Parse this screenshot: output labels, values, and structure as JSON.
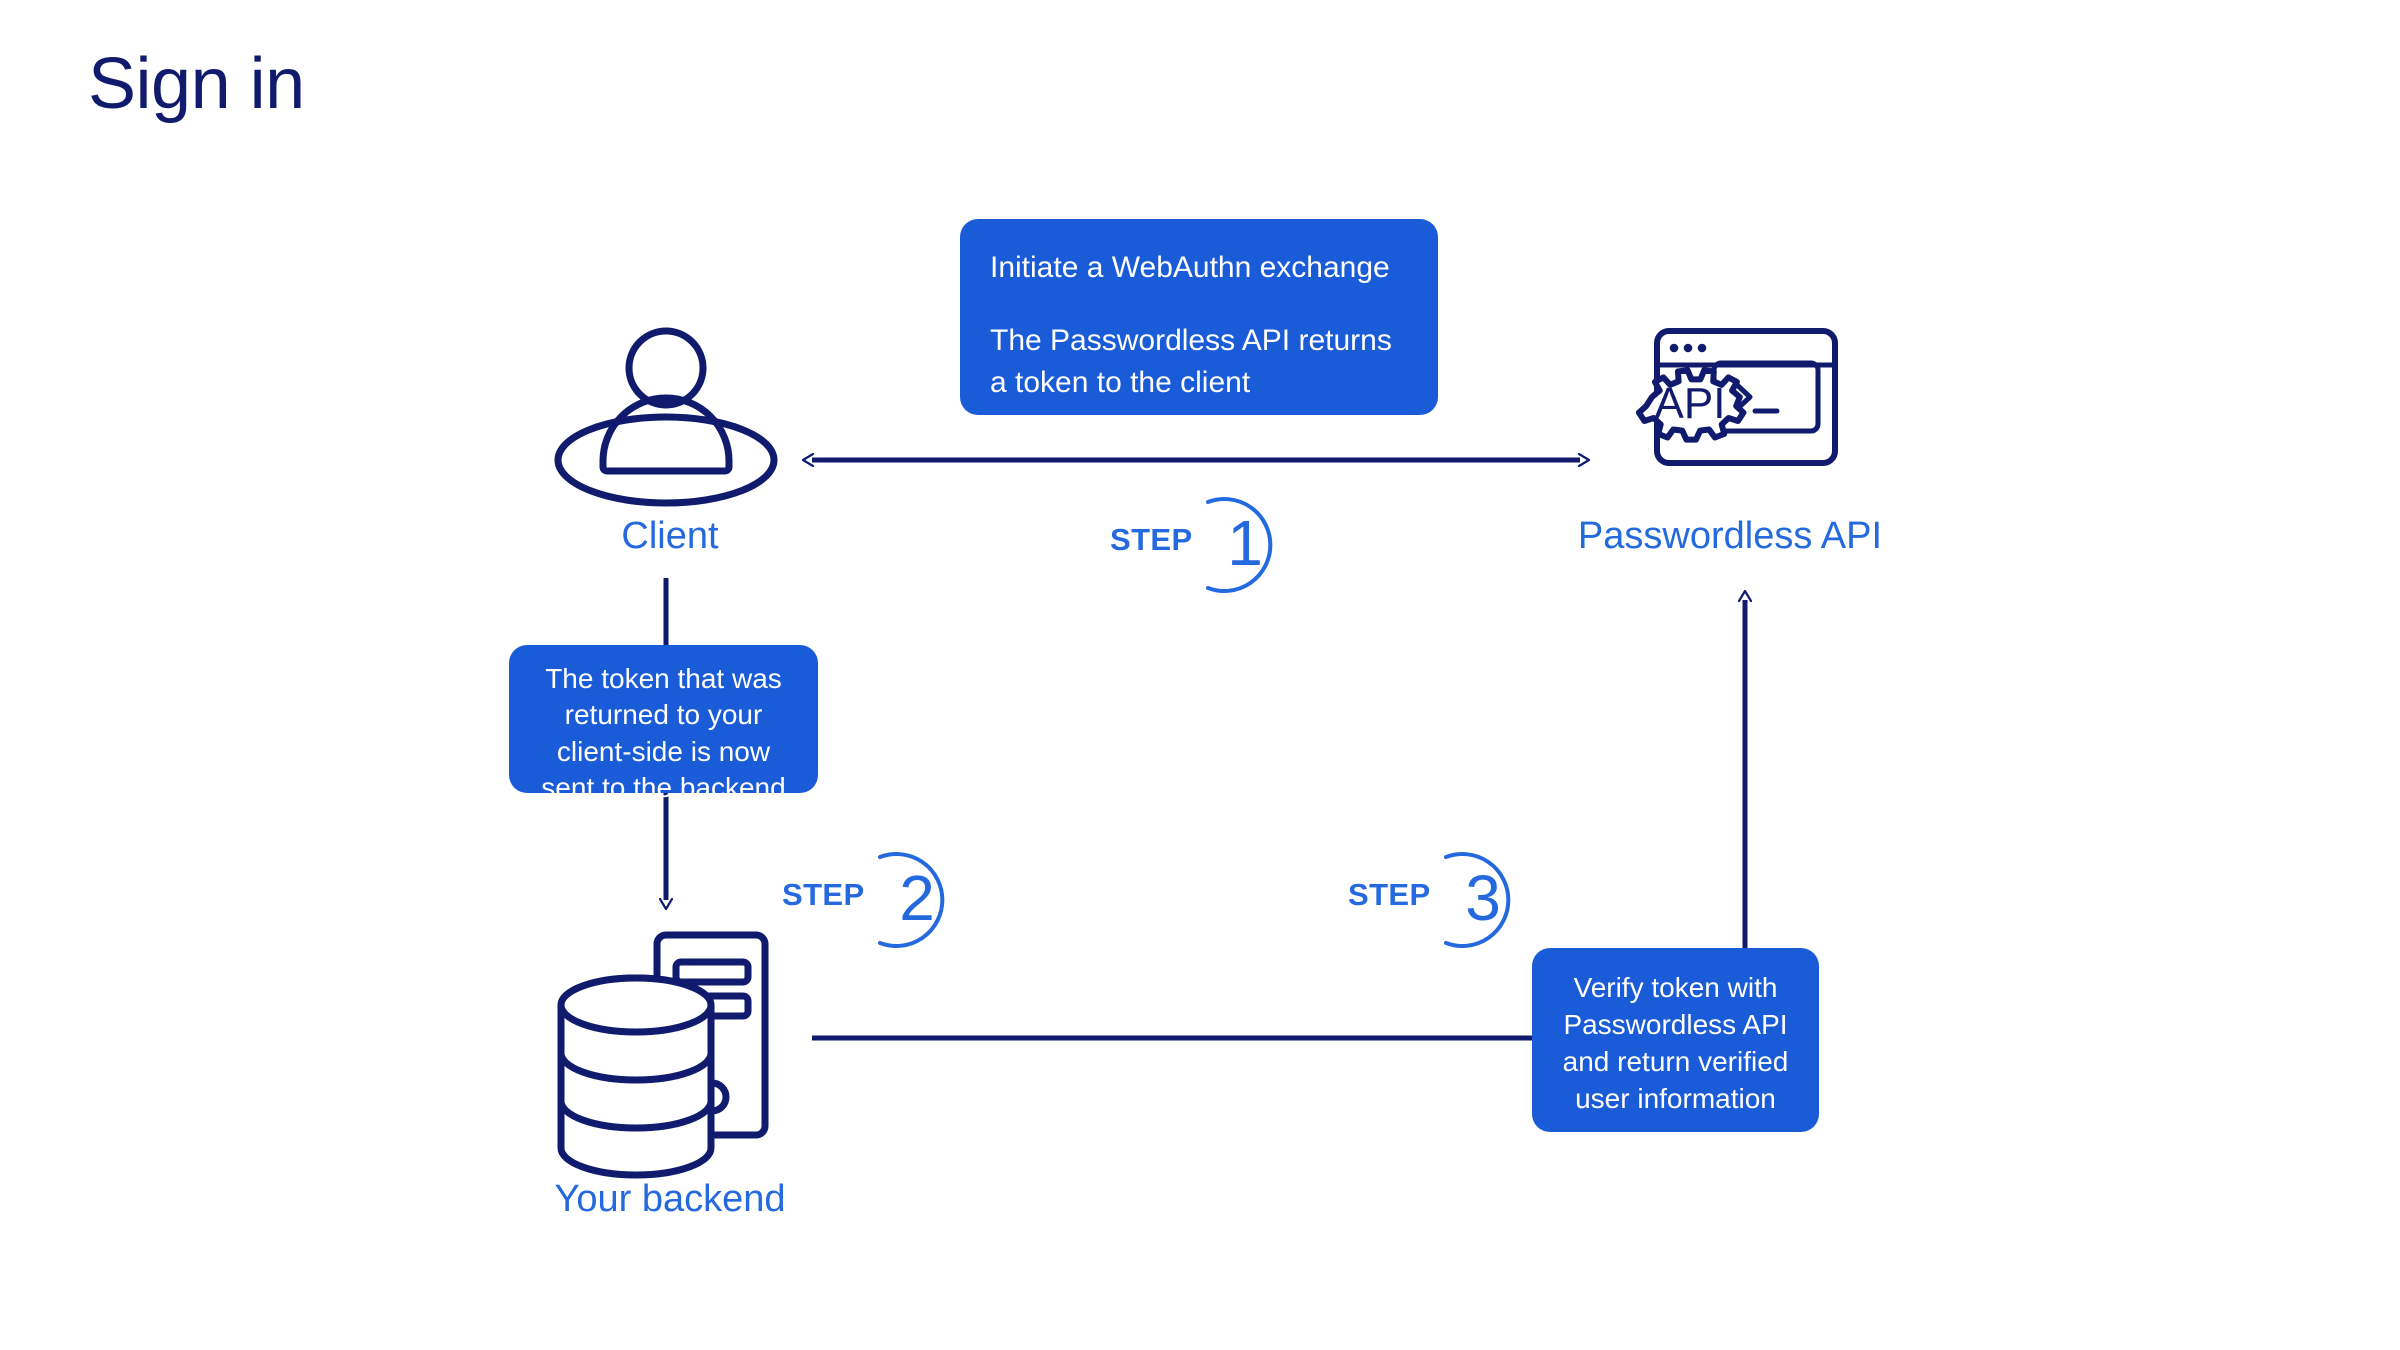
{
  "page": {
    "title": "Sign in",
    "background": "#ffffff"
  },
  "colors": {
    "navy": "#101b6e",
    "accent_blue": "#2469dd",
    "callout_fill": "#1a5cd8",
    "callout_text": "#ffffff"
  },
  "nodes": [
    {
      "id": "client",
      "label": "Client",
      "icon": "person-in-ellipse-icon"
    },
    {
      "id": "passwordless-api",
      "label": "Passwordless API",
      "icon": "api-gear-terminal-icon",
      "icon_text": "API",
      "terminal_glyph": ">_"
    },
    {
      "id": "backend",
      "label": "Your backend",
      "icon": "database-server-icon"
    }
  ],
  "callouts": [
    {
      "id": "callout-1",
      "align": "left",
      "paragraphs": [
        "Initiate a WebAuthn exchange",
        "The Passwordless API returns a token to the client"
      ]
    },
    {
      "id": "callout-2",
      "align": "center",
      "paragraphs": [
        "The token that was returned to your client-side is now sent to the backend"
      ]
    },
    {
      "id": "callout-3",
      "align": "center",
      "paragraphs": [
        "Verify token with Passwordless API and return verified user information"
      ]
    }
  ],
  "steps": [
    {
      "id": "step-1",
      "word": "STEP",
      "number": "1",
      "from": "client",
      "to": "passwordless-api",
      "direction": "bidirectional"
    },
    {
      "id": "step-2",
      "word": "STEP",
      "number": "2",
      "from": "client",
      "to": "backend",
      "direction": "down"
    },
    {
      "id": "step-3",
      "word": "STEP",
      "number": "3",
      "from": "backend",
      "to": "passwordless-api",
      "direction": "up"
    }
  ]
}
